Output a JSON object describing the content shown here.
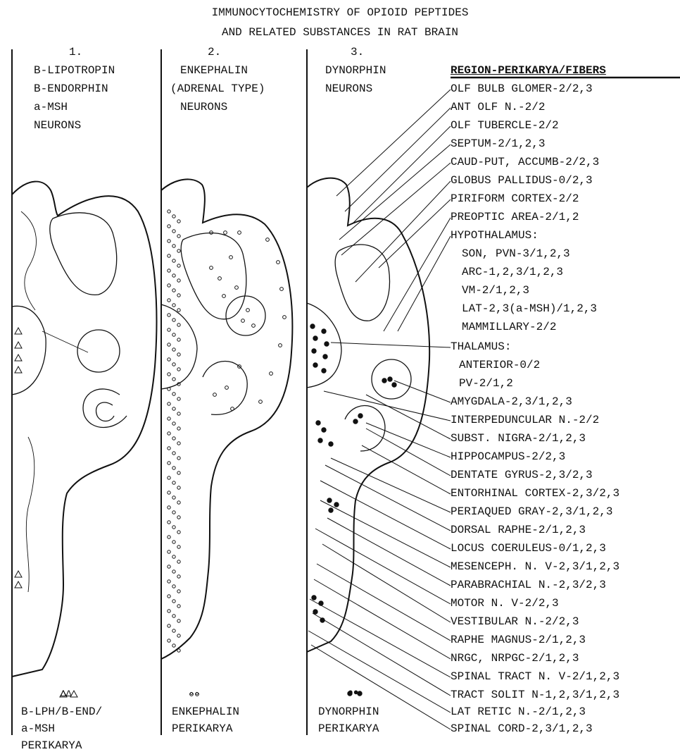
{
  "title": {
    "line1": "IMMUNOCYTOCHEMISTRY OF OPIOID PEPTIDES",
    "line2": "AND RELATED SUBSTANCES IN RAT BRAIN"
  },
  "columns": [
    {
      "number": "1.",
      "lines": [
        "B-LIPOTROPIN",
        "B-ENDORPHIN",
        "a-MSH",
        "NEURONS"
      ],
      "legend_symbol": "ΔΔ",
      "legend_lines": [
        "B-LPH/B-END/",
        "a-MSH",
        "PERIKARYA"
      ]
    },
    {
      "number": "2.",
      "lines": [
        "ENKEPHALIN",
        "(ADRENAL TYPE)",
        "NEURONS"
      ],
      "legend_symbol": "∘∘",
      "legend_lines": [
        "ENKEPHALIN",
        "PERIKARYA"
      ]
    },
    {
      "number": "3.",
      "lines": [
        "DYNORPHIN",
        "NEURONS"
      ],
      "legend_symbol": "●●",
      "legend_lines": [
        "DYNORPHIN",
        "PERIKARYA"
      ]
    }
  ],
  "region_header": "REGION-PERIKARYA/FIBERS",
  "regions": [
    "OLF BULB GLOMER-2/2,3",
    "ANT OLF N.-2/2",
    "OLF TUBERCLE-2/2",
    "SEPTUM-2/1,2,3",
    "CAUD-PUT, ACCUMB-2/2,3",
    "GLOBUS PALLIDUS-0/2,3",
    "PIRIFORM CORTEX-2/2",
    "PREOPTIC AREA-2/1,2",
    "HYPOTHALAMUS:",
    "SON, PVN-3/1,2,3",
    "ARC-1,2,3/1,2,3",
    "VM-2/1,2,3",
    "LAT-2,3(a-MSH)/1,2,3",
    "MAMMILLARY-2/2",
    "THALAMUS:",
    "ANTERIOR-0/2",
    "PV-2/1,2",
    "AMYGDALA-2,3/1,2,3",
    "INTERPEDUNCULAR N.-2/2",
    "SUBST. NIGRA-2/1,2,3",
    "HIPPOCAMPUS-2/2,3",
    "DENTATE GYRUS-2,3/2,3",
    "ENTORHINAL CORTEX-2,3/2,3",
    "PERIAQUED GRAY-2,3/1,2,3",
    "DORSAL RAPHE-2/1,2,3",
    "LOCUS COERULEUS-0/1,2,3",
    "MESENCEPH. N. V-2,3/1,2,3",
    "PARABRACHIAL N.-2,3/2,3",
    "MOTOR N. V-2/2,3",
    "VESTIBULAR N.-2/2,3",
    "RAPHE MAGNUS-2/1,2,3",
    "NRGC, NRPGC-2/1,2,3",
    "SPINAL TRACT N. V-2/1,2,3",
    "TRACT SOLIT N-1,2,3/1,2,3",
    "LAT RETIC N.-2/1,2,3",
    "SPINAL CORD-2,3/1,2,3"
  ]
}
